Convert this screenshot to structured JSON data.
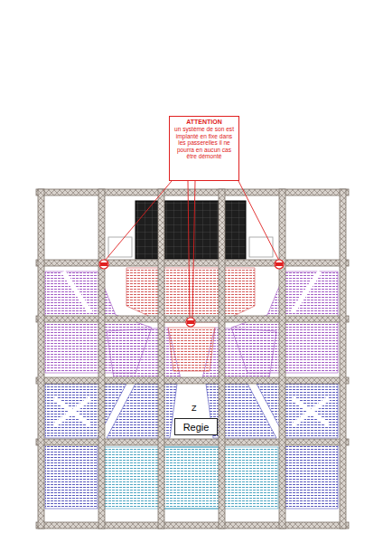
{
  "diagram": {
    "nodes": [
      {
        "text": [
          "ATTENTION",
          "un système de son est implanté en fixe dans les passerelles il ne pourra en aucun cas être démonté"
        ]
      },
      {
        "text": [
          "Regie"
        ]
      }
    ],
    "labels": [
      "Z"
    ]
  }
}
